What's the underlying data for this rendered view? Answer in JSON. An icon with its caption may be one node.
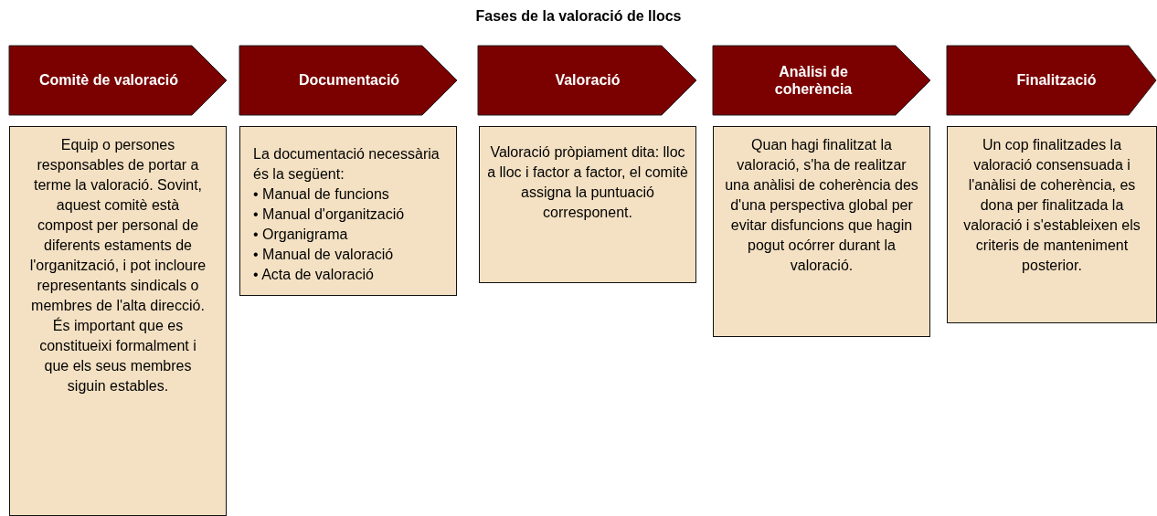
{
  "diagram": {
    "title": "Fases de la valoració de llocs",
    "nodes": [
      {
        "text": [
          "Comitè de valoració"
        ]
      },
      {
        "text": [
          "Documentació"
        ]
      },
      {
        "text": [
          "Valoració"
        ]
      },
      {
        "text": [
          "Anàlisi de coherència"
        ]
      },
      {
        "text": [
          "Finalització"
        ]
      },
      {
        "text": [
          "Equip o persones responsables de portar a terme la valoració. Sovint, aquest comitè està compost per personal de diferents estaments de l'organització, i pot incloure representants sindicals o membres de l'alta direcció. És important que es constitueixi formalment i que els seus membres siguin estables."
        ]
      },
      {
        "text": [
          "La documentació necessària és la següent:",
          "• Manual de funcions",
          "• Manual d'organització",
          "• Organigrama",
          "• Manual de valoració",
          "• Acta de valoració"
        ]
      },
      {
        "text": [
          "Valoració pròpiament dita: lloc a lloc i factor a factor, el comitè assigna la puntuació corresponent."
        ]
      },
      {
        "text": [
          "Quan hagi finalitzat la valoració, s'ha de realitzar una anàlisi de coherència des d'una perspectiva global per evitar disfuncions que hagin pogut ocórrer durant la valoració."
        ]
      },
      {
        "text": [
          "Un cop finalitzades la valoració consensuada i l'anàlisi de coherència, es dona per finalitzada la valoració i s'estableixen els criteris de manteniment posterior."
        ]
      }
    ]
  }
}
